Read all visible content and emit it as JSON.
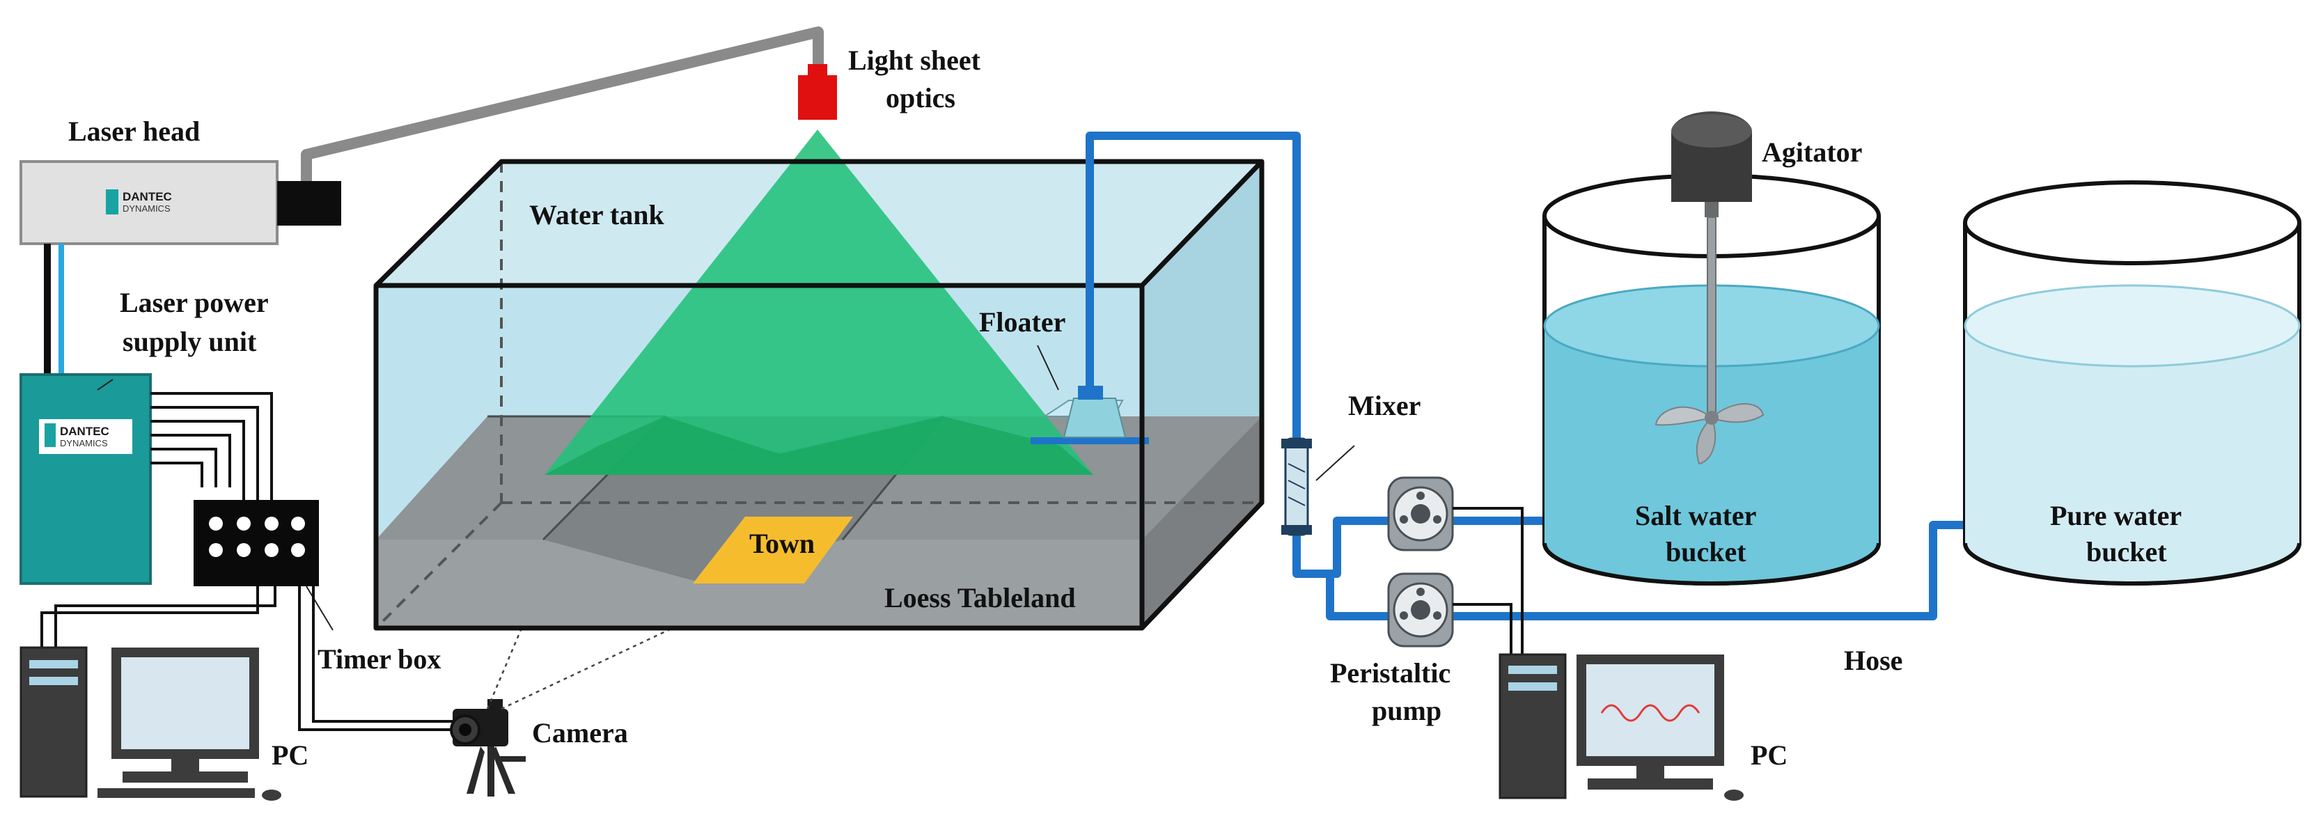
{
  "labels": {
    "laser_head": "Laser head",
    "light_sheet_optics_1": "Light sheet",
    "light_sheet_optics_2": "optics",
    "water_tank": "Water tank",
    "floater": "Floater",
    "laser_power_1": "Laser power",
    "laser_power_2": "supply unit",
    "town": "Town",
    "loess_tableland": "Loess Tableland",
    "timer_box": "Timer box",
    "pc_left": "PC",
    "camera": "Camera",
    "mixer": "Mixer",
    "agitator": "Agitator",
    "salt_water_1": "Salt water",
    "salt_water_2": "bucket",
    "pure_water_1": "Pure water",
    "pure_water_2": "bucket",
    "hose": "Hose",
    "peristaltic_1": "Peristaltic",
    "peristaltic_2": "pump",
    "pc_right": "PC"
  },
  "brand": {
    "name": "DANTEC",
    "sub": "DYNAMICS"
  },
  "colors": {
    "laser_sheet": "#22c07a",
    "laser_optics": "#e01010",
    "tank_water": "#bfe3ee",
    "terrain": "#8f9496",
    "town": "#f5bd2e",
    "hose": "#1f74c9",
    "power_unit": "#1b9a9a",
    "salt_water": "#6fc7dc",
    "pure_water": "#d2ecf4"
  }
}
